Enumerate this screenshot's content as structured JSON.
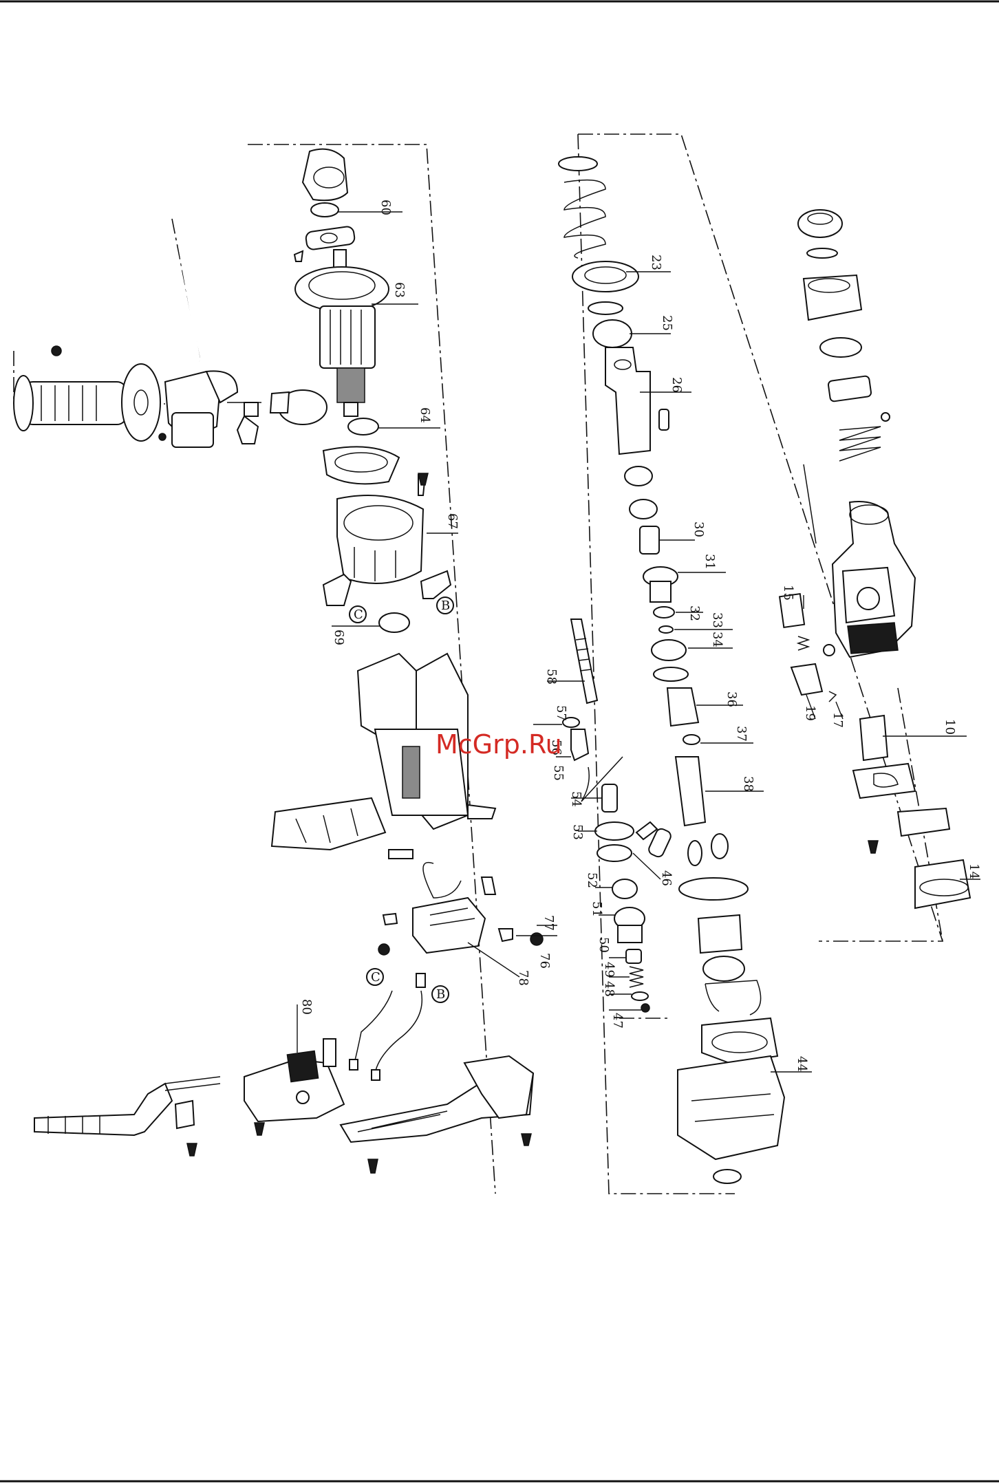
{
  "diagram": {
    "watermark": "McGrp.Ru",
    "part_labels": [
      "60",
      "63",
      "64",
      "67",
      "69",
      "23",
      "25",
      "26",
      "30",
      "31",
      "32",
      "33",
      "34",
      "36",
      "37",
      "38",
      "58",
      "57",
      "56",
      "55",
      "54",
      "53",
      "52",
      "51",
      "50",
      "49",
      "48",
      "47",
      "46",
      "44",
      "15",
      "19",
      "17",
      "10",
      "14",
      "77",
      "76",
      "78",
      "80"
    ],
    "circled_labels": [
      "C",
      "B",
      "C",
      "B"
    ]
  }
}
